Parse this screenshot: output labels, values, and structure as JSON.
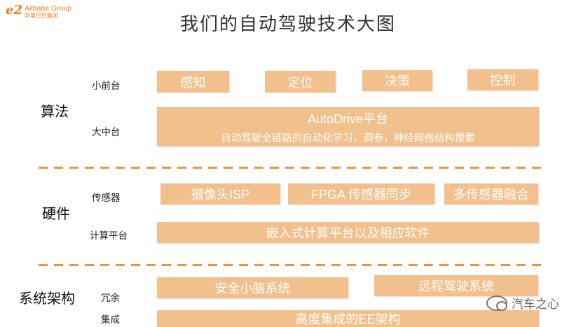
{
  "logo": {
    "mark": "e2",
    "name": "Alibaba Group",
    "sub": "阿里巴巴集团"
  },
  "title": "我们的自动驾驶技术大图",
  "sections": {
    "algorithm": {
      "label": "算法",
      "sub1": {
        "label": "小前台",
        "boxes": [
          "感知",
          "定位",
          "决策",
          "控制"
        ]
      },
      "sub2": {
        "label": "大中台",
        "box_title": "AutoDrive平台",
        "box_desc": "自动驾驶全链路的自动化学习，调参，神经网络结构搜索"
      }
    },
    "hardware": {
      "label": "硬件",
      "sub1": {
        "label": "传感器",
        "boxes": [
          "摄像头ISP",
          "FPGA 传感器同步",
          "多传感器融合"
        ]
      },
      "sub2": {
        "label": "计算平台",
        "box": "嵌入式计算平台以及相应软件"
      }
    },
    "system": {
      "label": "系统架构",
      "sub1": {
        "label": "冗余",
        "boxes": [
          "安全小脑系统",
          "远程驾驶系统"
        ]
      },
      "sub2": {
        "label": "集成",
        "box": "高度集成的EE架构"
      }
    }
  },
  "watermark": "汽车之心",
  "colors": {
    "box": "#f2c08c",
    "divider": "#f0943a",
    "logo": "#f07a1a"
  }
}
